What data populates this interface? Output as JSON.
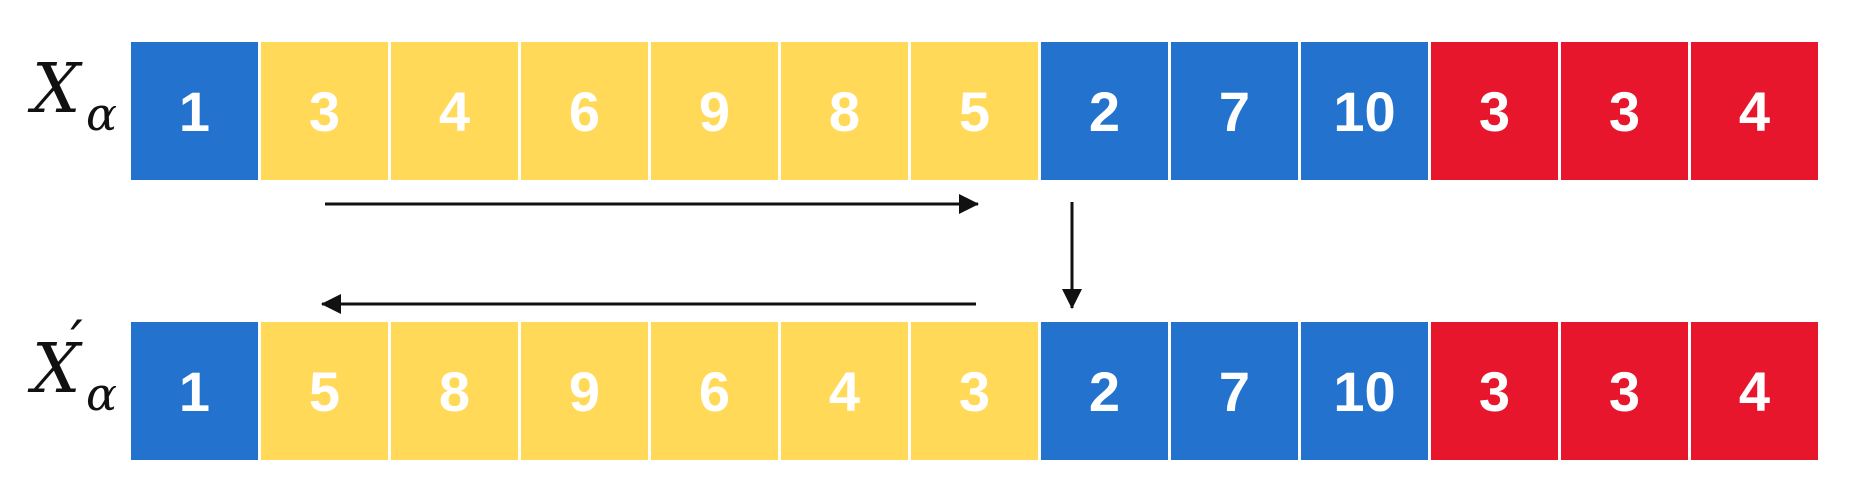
{
  "colors": {
    "blue": "#2373CE",
    "yellow": "#FFD957",
    "red": "#E8162D",
    "arrow": "#111111"
  },
  "rows": [
    {
      "label_main": "X",
      "label_sub": "α",
      "label_accent": "",
      "cells": [
        {
          "value": "1",
          "color": "blue"
        },
        {
          "value": "3",
          "color": "yellow"
        },
        {
          "value": "4",
          "color": "yellow"
        },
        {
          "value": "6",
          "color": "yellow"
        },
        {
          "value": "9",
          "color": "yellow"
        },
        {
          "value": "8",
          "color": "yellow"
        },
        {
          "value": "5",
          "color": "yellow"
        },
        {
          "value": "2",
          "color": "blue"
        },
        {
          "value": "7",
          "color": "blue"
        },
        {
          "value": "10",
          "color": "blue"
        },
        {
          "value": "3",
          "color": "red"
        },
        {
          "value": "3",
          "color": "red"
        },
        {
          "value": "4",
          "color": "red"
        }
      ]
    },
    {
      "label_main": "X",
      "label_sub": "α",
      "label_accent": "´",
      "cells": [
        {
          "value": "1",
          "color": "blue"
        },
        {
          "value": "5",
          "color": "yellow"
        },
        {
          "value": "8",
          "color": "yellow"
        },
        {
          "value": "9",
          "color": "yellow"
        },
        {
          "value": "6",
          "color": "yellow"
        },
        {
          "value": "4",
          "color": "yellow"
        },
        {
          "value": "3",
          "color": "yellow"
        },
        {
          "value": "2",
          "color": "blue"
        },
        {
          "value": "7",
          "color": "blue"
        },
        {
          "value": "10",
          "color": "blue"
        },
        {
          "value": "3",
          "color": "red"
        },
        {
          "value": "3",
          "color": "red"
        },
        {
          "value": "4",
          "color": "red"
        }
      ]
    }
  ]
}
